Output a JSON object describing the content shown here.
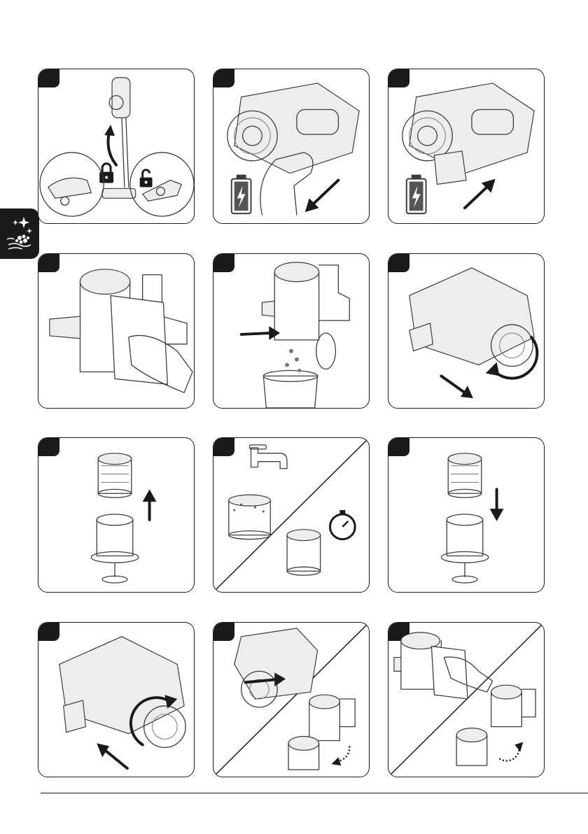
{
  "page": {
    "sidebar_icon": "sparkle-dust-icon",
    "colors": {
      "ink": "#1a1a1a",
      "line": "#3c3c3c",
      "panel_fill": "#ededed",
      "background": "#ffffff"
    }
  },
  "steps": [
    {
      "id": 1,
      "icons": [
        "lock-icon",
        "unlock-icon",
        "curved-arrow-up-icon"
      ]
    },
    {
      "id": 2,
      "icons": [
        "battery-charge-icon",
        "arrow-down-left-icon"
      ]
    },
    {
      "id": 3,
      "icons": [
        "battery-charge-icon",
        "arrow-up-right-icon"
      ]
    },
    {
      "id": 4,
      "icons": [
        "cloth-wipe-icon"
      ]
    },
    {
      "id": 5,
      "icons": [
        "arrow-right-icon",
        "dust-bin-icon"
      ]
    },
    {
      "id": 6,
      "icons": [
        "rotate-icon",
        "arrow-down-right-icon"
      ]
    },
    {
      "id": 7,
      "icons": [
        "filter-icon",
        "arrow-up-icon"
      ]
    },
    {
      "id": 8,
      "icons": [
        "water-tap-icon",
        "stopwatch-icon",
        "filter-icon"
      ]
    },
    {
      "id": 9,
      "icons": [
        "filter-icon",
        "arrow-down-icon"
      ]
    },
    {
      "id": 10,
      "icons": [
        "rotate-icon",
        "arrow-up-left-icon"
      ]
    },
    {
      "id": 11,
      "icons": [
        "arrow-right-icon",
        "dotted-rotate-icon"
      ]
    },
    {
      "id": 12,
      "icons": [
        "cloth-wipe-icon",
        "dotted-rotate-icon"
      ]
    }
  ]
}
